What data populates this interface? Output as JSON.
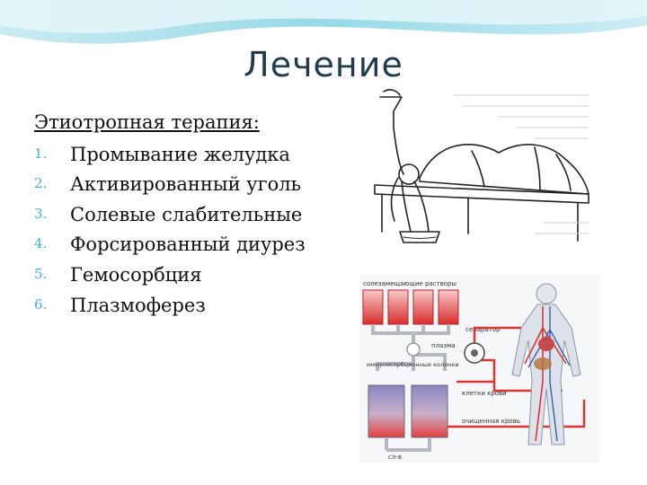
{
  "slide": {
    "title": "Лечение",
    "subtitle": "Этиотропная терапия:",
    "items": [
      {
        "num": "1.",
        "text": "Промывание желудка"
      },
      {
        "num": "2.",
        "text": "Активированный уголь"
      },
      {
        "num": "3.",
        "text": "Солевые слабительные"
      },
      {
        "num": "4.",
        "text": "Форсированный диурез"
      },
      {
        "num": "5.",
        "text": "Гемосорбция"
      },
      {
        "num": "6.",
        "text": "Плазмоферез"
      }
    ]
  },
  "diagram": {
    "labels": {
      "solutions": "солезамещающие растворы",
      "separator": "сепаратор",
      "plasma": "плазма",
      "columns": "иммуносорбционные колонки",
      "cells": "клетки крови",
      "cleaned": "очищенная кровь",
      "waste": "сл-в"
    }
  },
  "colors": {
    "accent": "#41b3c9",
    "title": "#1f3b4d",
    "blood": "#d93636"
  }
}
